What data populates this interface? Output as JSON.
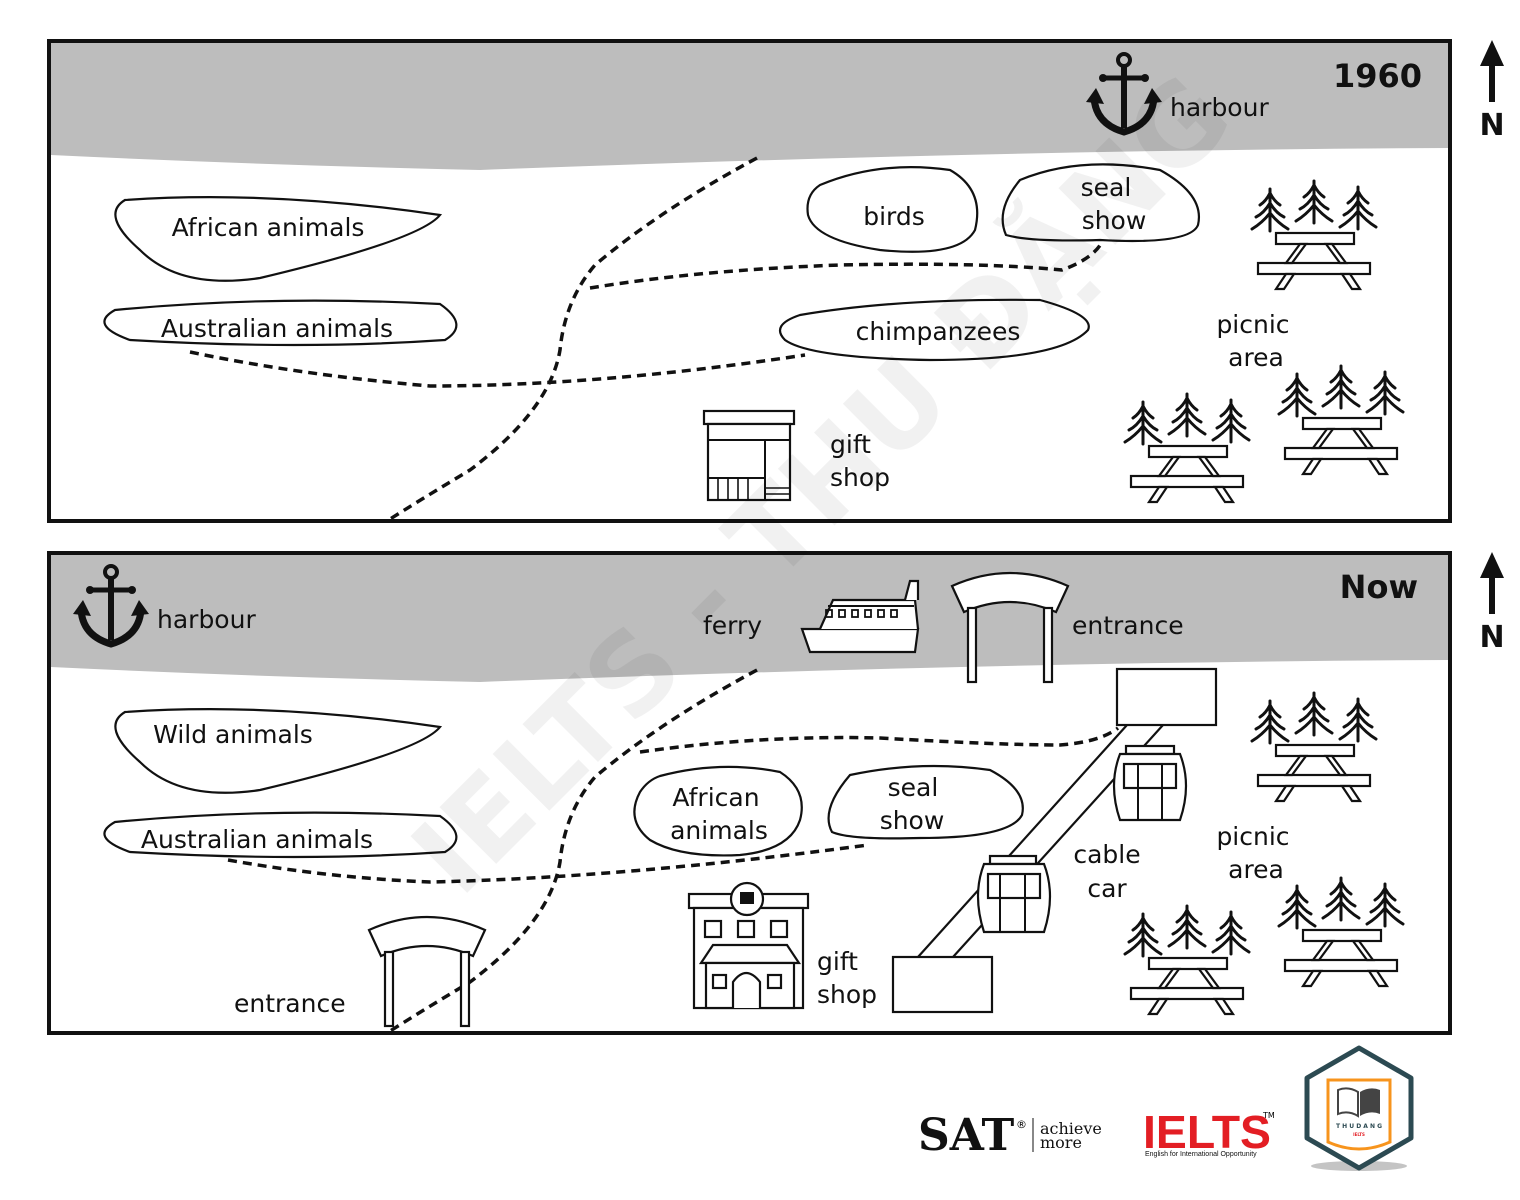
{
  "maps": [
    {
      "year": "1960",
      "north": "N",
      "labels": {
        "harbour": "harbour",
        "african_animals": "African animals",
        "australian_animals": "Australian animals",
        "birds": "birds",
        "seal_show_1": "seal",
        "seal_show_2": "show",
        "chimpanzees": "chimpanzees",
        "gift_shop_1": "gift",
        "gift_shop_2": "shop",
        "picnic_1": "picnic",
        "picnic_2": "area"
      }
    },
    {
      "year": "Now",
      "north": "N",
      "labels": {
        "harbour": "harbour",
        "ferry": "ferry",
        "entrance_north": "entrance",
        "wild_animals": "Wild animals",
        "australian_animals": "Australian animals",
        "african_animals_1": "African",
        "african_animals_2": "animals",
        "seal_show_1": "seal",
        "seal_show_2": "show",
        "cable_car_1": "cable",
        "cable_car_2": "car",
        "picnic_1": "picnic",
        "picnic_2": "area",
        "gift_shop_1": "gift",
        "gift_shop_2": "shop",
        "entrance_south": "entrance"
      }
    }
  ],
  "watermark": "IELTS - THU ĐẶNG",
  "logos": {
    "sat": "SAT",
    "sat_reg": "®",
    "sat_tag_1": "achieve",
    "sat_tag_2": "more",
    "ielts": "IELTS",
    "ielts_tm": "TM",
    "ielts_tag": "English for International Opportunity",
    "thudang": "T H U D A N G",
    "thudang_sub": "IELTS"
  },
  "colors": {
    "sea": "#bdbdbd",
    "ielts_red": "#e31e24",
    "badge_teal": "#2c4a52",
    "badge_orange": "#f7941d"
  }
}
